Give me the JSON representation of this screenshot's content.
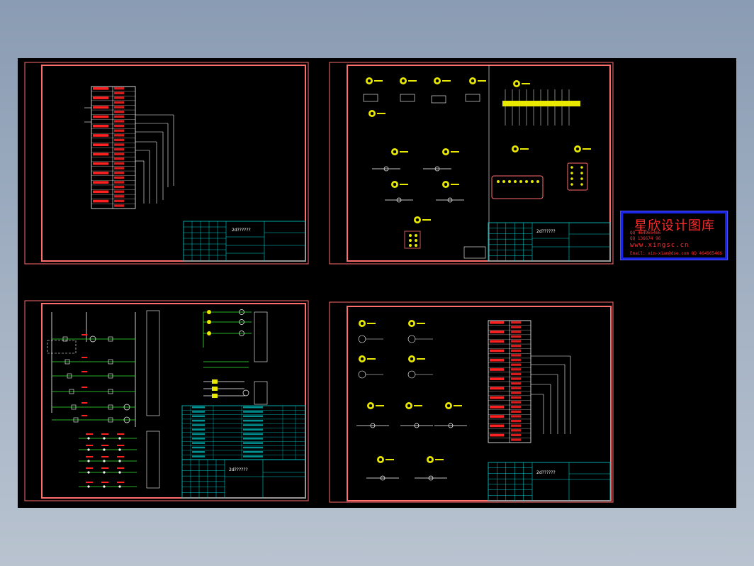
{
  "watermark": {
    "title": "星欣设计图库",
    "line1": "QQ 464965466",
    "line2": "QQ 136674 96",
    "url": "www.xingsc.cn",
    "email": "Email: xin-xian@dse.com  QQ 464965466"
  },
  "sheets": [
    {
      "title_text": "2d??????"
    },
    {
      "title_text": "2d??????"
    },
    {
      "title_text": "2d??????"
    },
    {
      "title_text": "2d??????"
    }
  ],
  "colors": {
    "background": "#000000",
    "sheet_border": "#ff6d6d",
    "table_lines": "#00d0d0",
    "wires": "#ffffff",
    "symbols": "#e8e800",
    "green_wires": "#33ee33",
    "red_text": "#ff2020",
    "watermark_border": "#1a24e0"
  }
}
